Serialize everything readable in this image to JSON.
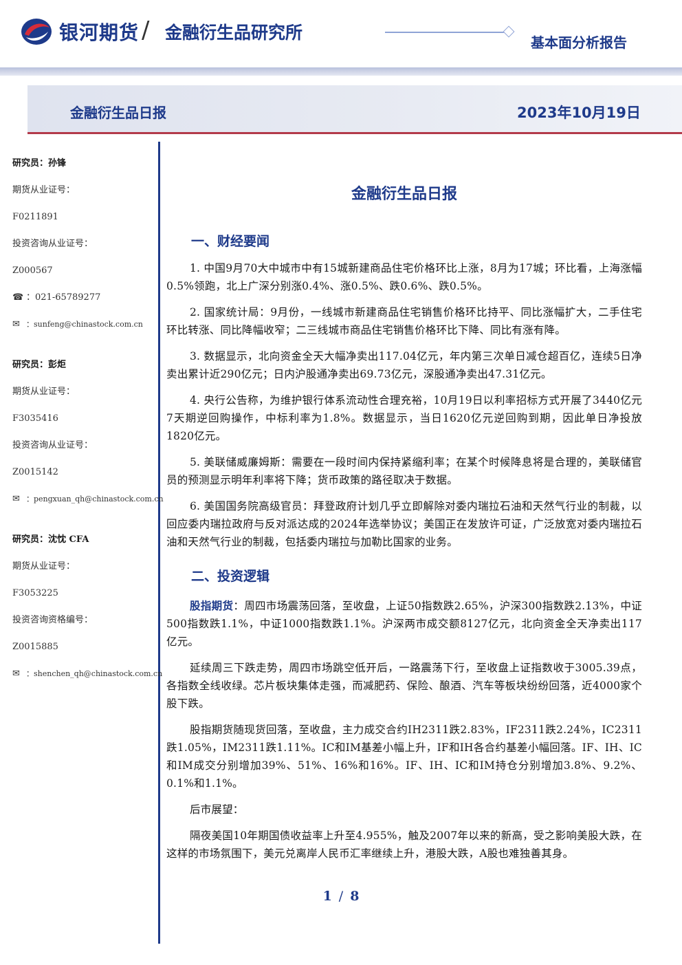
{
  "header": {
    "brand": "银河期货",
    "slash": "/",
    "institute": "金融衍生品研究所",
    "report_type": "基本面分析报告",
    "band_title": "金融衍生品日报",
    "band_date": "2023年10月19日"
  },
  "sidebar": {
    "analysts": [
      {
        "name": "研究员：孙锋",
        "lines": [
          "期货从业证号：",
          "F0211891",
          "投资咨询从业证号：",
          "Z000567"
        ],
        "phone": "：021-65789277",
        "email": "：sunfeng@chinastock.com.cn"
      },
      {
        "name": "研究员：彭炬",
        "lines": [
          "期货从业证号：",
          "F3035416",
          "投资咨询从业证号：",
          "Z0015142"
        ],
        "email": "：pengxuan_qh@chinastock.com.cn"
      },
      {
        "name": "研究员：沈忱 CFA",
        "lines": [
          "期货从业证号：",
          "F3053225",
          "投资咨询资格编号：",
          "Z0015885"
        ],
        "email": "：shenchen_qh@chinastock.com.cn"
      }
    ]
  },
  "main": {
    "title": "金融衍生品日报",
    "section1": {
      "heading": "一、财经要闻",
      "items": [
        "1. 中国9月70大中城市中有15城新建商品住宅价格环比上涨，8月为17城；环比看，上海涨幅0.5%领跑，北上广深分别涨0.4%、涨0.5%、跌0.6%、跌0.5%。",
        "2. 国家统计局：9月份，一线城市新建商品住宅销售价格环比持平、同比涨幅扩大，二手住宅环比转涨、同比降幅收窄；二三线城市商品住宅销售价格环比下降、同比有涨有降。",
        "3. 数据显示，北向资金全天大幅净卖出117.04亿元，年内第三次单日减仓超百亿，连续5日净卖出累计近290亿元；日内沪股通净卖出69.73亿元，深股通净卖出47.31亿元。",
        "4. 央行公告称，为维护银行体系流动性合理充裕，10月19日以利率招标方式开展了3440亿元7天期逆回购操作，中标利率为1.8%。数据显示，当日1620亿元逆回购到期，因此单日净投放1820亿元。",
        "5. 美联储威廉姆斯：需要在一段时间内保持紧缩利率；在某个时候降息将是合理的，美联储官员的预测显示明年利率将下降；货币政策的路径取决于数据。",
        "6. 美国国务院高级官员：拜登政府计划几乎立即解除对委内瑞拉石油和天然气行业的制裁，以回应委内瑞拉政府与反对派达成的2024年选举协议；美国正在发放许可证，广泛放宽对委内瑞拉石油和天然气行业的制裁，包括委内瑞拉与加勒比国家的业务。"
      ]
    },
    "section2": {
      "heading": "二、投资逻辑",
      "lead_label": "股指期货",
      "lead_text": "：周四市场震荡回落，至收盘，上证50指数跌2.65%，沪深300指数跌2.13%，中证500指数跌1.1%，中证1000指数跌1.1%。沪深两市成交额8127亿元，北向资金全天净卖出117亿元。",
      "paragraphs": [
        "延续周三下跌走势，周四市场跳空低开后，一路震荡下行，至收盘上证指数收于3005.39点，各指数全线收绿。芯片板块集体走强，而减肥药、保险、酿酒、汽车等板块纷纷回落，近4000家个股下跌。",
        "股指期货随现货回落，至收盘，主力成交合约IH2311跌2.83%，IF2311跌2.24%，IC2311跌1.05%，IM2311跌1.11%。IC和IM基差小幅上升，IF和IH各合约基差小幅回落。IF、IH、IC和IM成交分别增加39%、51%、16%和16%。IF、IH、IC和IM持仓分别增加3.8%、9.2%、0.1%和1.1%。",
        "后市展望：",
        "隔夜美国10年期国债收益率上升至4.955%，触及2007年以来的新高，受之影响美股大跌，在这样的市场氛围下，美元兑离岸人民币汇率继续上升，港股大跌，A股也难独善其身。"
      ]
    }
  },
  "footer": {
    "page_current": "1",
    "page_sep": "/",
    "page_total": "8"
  }
}
